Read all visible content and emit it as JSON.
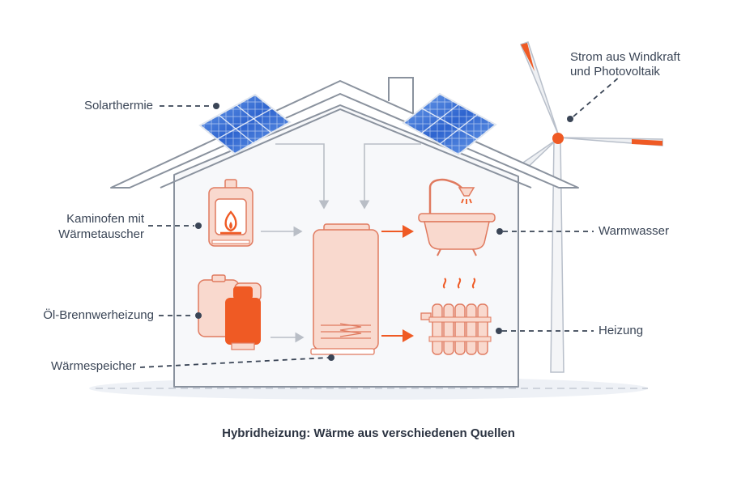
{
  "labels": {
    "solarthermie": "Solarthermie",
    "kaminofen_line1": "Kaminofen mit",
    "kaminofen_line2": "Wärmetauscher",
    "oel": "Öl-Brennwerheizung",
    "waermespeicher": "Wärmespeicher",
    "wind_line1": "Strom aus Windkraft",
    "wind_line2": "und Photovoltaik",
    "warmwasser": "Warmwasser",
    "heizung": "Heizung"
  },
  "caption": "Hybridheizung: Wärme aus verschiedenen Quellen",
  "colors": {
    "outline": "#8a929e",
    "house_fill": "#f7f8fa",
    "peach": "#f9d9ce",
    "peach_stroke": "#e07a5f",
    "orange": "#ef5a24",
    "arrow_gray": "#b9bec6",
    "panel_blue": "#2f6fd6",
    "text": "#3a4556"
  },
  "icons": [
    "solar-panel-icon",
    "fireplace-icon",
    "oil-tank-icon",
    "storage-tank-icon",
    "bathtub-icon",
    "radiator-icon",
    "wind-turbine-icon"
  ]
}
